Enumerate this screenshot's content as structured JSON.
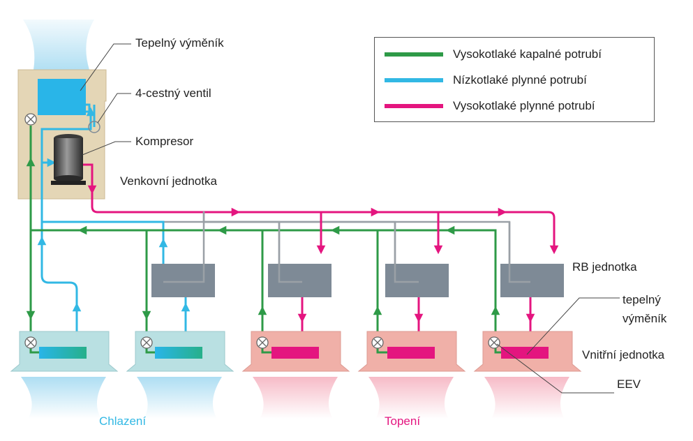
{
  "legend": {
    "items": [
      {
        "label": "Vysokotlaké kapalné potrubí",
        "color": "#2e9a47"
      },
      {
        "label": "Nízkotlaké plynné potrubí",
        "color": "#32b8e4"
      },
      {
        "label": "Vysokotlaké plynné potrubí",
        "color": "#e4157f"
      }
    ]
  },
  "labels": {
    "heat_exchanger": "Tepelný výměník",
    "four_way_valve": "4-cestný ventil",
    "compressor": "Kompresor",
    "outdoor_unit": "Venkovní jednotka",
    "rb_unit": "RB jednotka",
    "indoor_heat_exchanger_line1": "tepelný",
    "indoor_heat_exchanger_line2": "výměník",
    "indoor_unit": "Vnitřní jednotka",
    "eev": "EEV"
  },
  "modes": {
    "cooling": "Chlazení",
    "heating": "Topení"
  },
  "colors": {
    "liquid": "#2e9a47",
    "low_gas": "#32b8e4",
    "high_gas": "#e4157f",
    "grey_pipe": "#9aa0a6",
    "outdoor_case": "#e4d6b6",
    "rb_box": "#7e8a96",
    "indoor_cool": "#b9e0e2",
    "indoor_heat": "#f0b0a8"
  }
}
